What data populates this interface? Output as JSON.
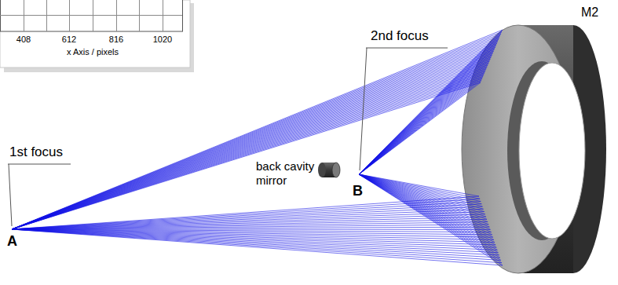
{
  "diagram": {
    "labels": [
      "408",
      "612",
      "816",
      "1020",
      "x Axis / pixels",
      "M2",
      "2nd focus",
      "1st focus",
      "back cavity mirror",
      "A",
      "B"
    ]
  }
}
